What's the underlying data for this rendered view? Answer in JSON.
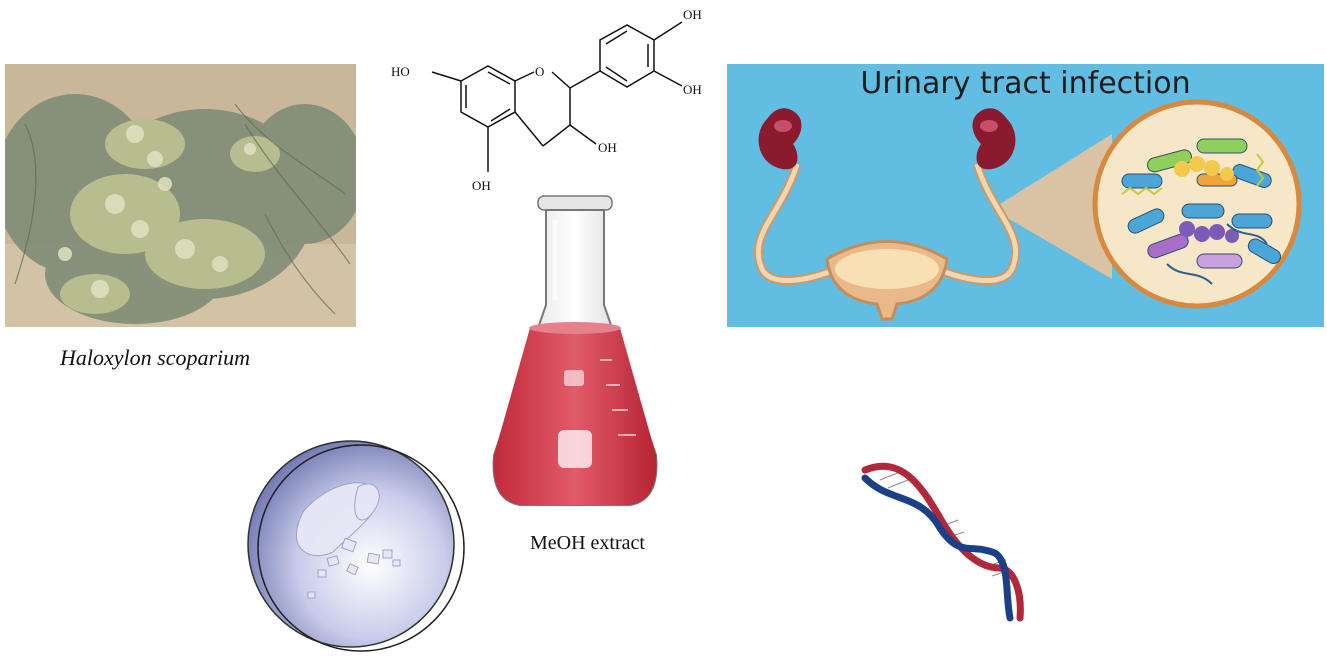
{
  "plant": {
    "caption": "Haloxylon scoparium"
  },
  "molecule": {
    "labels": {
      "oh_top_right": "OH",
      "oh_right": "OH",
      "ho_left": "HO",
      "ring_oxygen": "O",
      "oh_c3": "OH",
      "oh_bottom": "OH"
    }
  },
  "uti": {
    "title": "Urinary tract infection"
  },
  "flask": {
    "caption": "MeOH extract"
  },
  "colors": {
    "uti_background": "#62bde3",
    "extract_liquid": "#d9404f",
    "kidney": "#8a1a2e",
    "dna_red": "#b0283a",
    "dna_blue": "#1c3f8a"
  }
}
